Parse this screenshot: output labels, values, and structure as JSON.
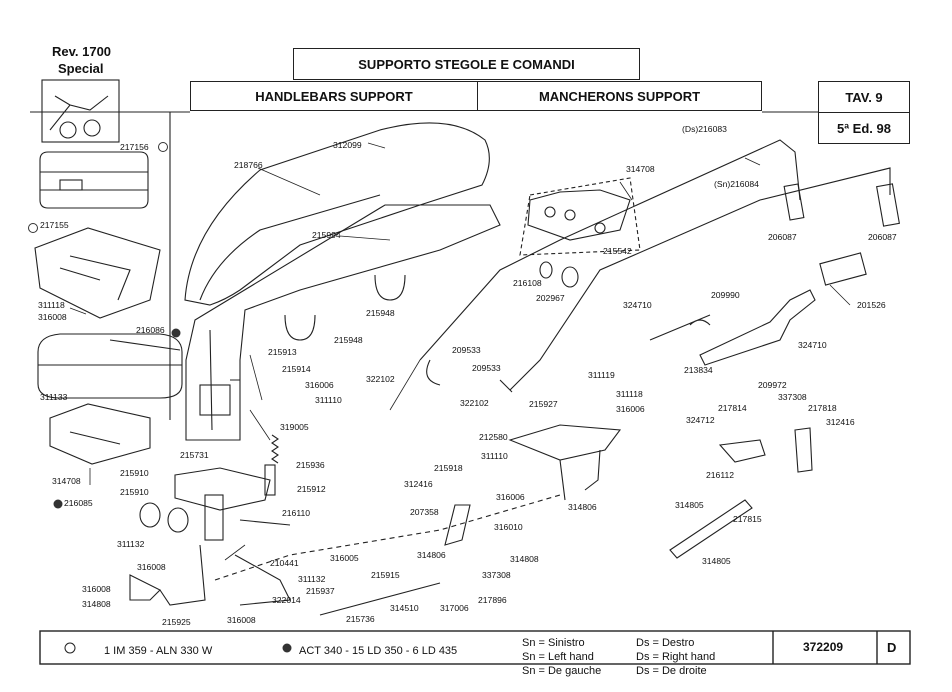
{
  "model": {
    "line1": "Rev. 1700",
    "line2": "Special"
  },
  "titles": {
    "main": "SUPPORTO STEGOLE E COMANDI",
    "english": "HANDLEBARS SUPPORT",
    "french": "MANCHERONS SUPPORT",
    "table": "TAV. 9",
    "edition": "5ª Ed. 98"
  },
  "parts": [
    {
      "code": "312099"
    },
    {
      "code": "218766"
    },
    {
      "code": "217156"
    },
    {
      "code": "215994"
    },
    {
      "code": "217155"
    },
    {
      "code": "311118"
    },
    {
      "code": "316008"
    },
    {
      "code": "216086"
    },
    {
      "code": "215948"
    },
    {
      "code": "215948"
    },
    {
      "code": "215913"
    },
    {
      "code": "215914"
    },
    {
      "code": "316006"
    },
    {
      "code": "311110"
    },
    {
      "code": "311133"
    },
    {
      "code": "319005"
    },
    {
      "code": "215731"
    },
    {
      "code": "215936"
    },
    {
      "code": "314708"
    },
    {
      "code": "216085"
    },
    {
      "code": "215910"
    },
    {
      "code": "215910"
    },
    {
      "code": "215912"
    },
    {
      "code": "216110"
    },
    {
      "code": "311132"
    },
    {
      "code": "316008"
    },
    {
      "code": "210441"
    },
    {
      "code": "311132"
    },
    {
      "code": "316008"
    },
    {
      "code": "314808"
    },
    {
      "code": "322014"
    },
    {
      "code": "215925"
    },
    {
      "code": "316008"
    },
    {
      "code": "215937"
    },
    {
      "code": "215736"
    },
    {
      "code": "316005"
    },
    {
      "code": "215915"
    },
    {
      "code": "314510"
    },
    {
      "code": "317006"
    },
    {
      "code": "314806"
    },
    {
      "code": "337308"
    },
    {
      "code": "217896"
    },
    {
      "code": "316010"
    },
    {
      "code": "314808"
    },
    {
      "code": "207358"
    },
    {
      "code": "312416"
    },
    {
      "code": "215918"
    },
    {
      "code": "311110"
    },
    {
      "code": "316006"
    },
    {
      "code": "314806"
    },
    {
      "code": "212580"
    },
    {
      "code": "215927"
    },
    {
      "code": "311119"
    },
    {
      "code": "322102"
    },
    {
      "code": "209533"
    },
    {
      "code": "209533"
    },
    {
      "code": "322102"
    },
    {
      "code": "314708"
    },
    {
      "code": "215542"
    },
    {
      "code": "216108"
    },
    {
      "code": "202967"
    },
    {
      "code": "(Ds)216083"
    },
    {
      "code": "(Sn)216084"
    },
    {
      "code": "206087"
    },
    {
      "code": "206087"
    },
    {
      "code": "201526"
    },
    {
      "code": "324710"
    },
    {
      "code": "209990"
    },
    {
      "code": "213834"
    },
    {
      "code": "324710"
    },
    {
      "code": "209972"
    },
    {
      "code": "311118"
    },
    {
      "code": "316006"
    },
    {
      "code": "217814"
    },
    {
      "code": "337308"
    },
    {
      "code": "217818"
    },
    {
      "code": "324712"
    },
    {
      "code": "312416"
    },
    {
      "code": "216112"
    },
    {
      "code": "314805"
    },
    {
      "code": "217815"
    },
    {
      "code": "314805"
    }
  ],
  "legend": {
    "engine_open": "1 IM 359 - ALN 330 W",
    "engine_filled": "ACT 340 - 15 LD 350 - 6 LD 435",
    "sn_it": "Sn = Sinistro",
    "sn_en": "Sn = Left hand",
    "sn_fr": "Sn = De gauche",
    "ds_it": "Ds = Destro",
    "ds_en": "Ds = Right hand",
    "ds_fr": "Ds = De droite",
    "page_code": "372209",
    "page_letter": "D"
  }
}
